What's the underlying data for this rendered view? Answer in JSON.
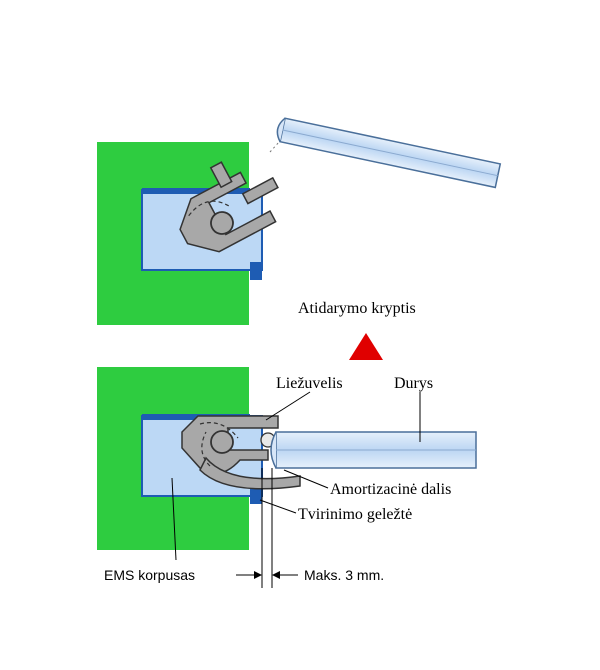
{
  "labels": {
    "opening_direction": "Atidarymo kryptis",
    "tongue": "Liežuvelis",
    "door": "Durys",
    "damping_part": "Amortizacinė dalis",
    "fastening_iron": "Tvirinimo geležtė",
    "ems_housing": "EMS korpusas",
    "max_gap": "Maks. 3 mm."
  },
  "colors": {
    "housing_green": "#2ecc40",
    "housing_inner": "#bcd8f5",
    "blue_strip": "#1e5cb3",
    "latch_gray": "#a8a8a8",
    "arrow_red": "#e00000",
    "door_glass": "#cfe2f7"
  }
}
